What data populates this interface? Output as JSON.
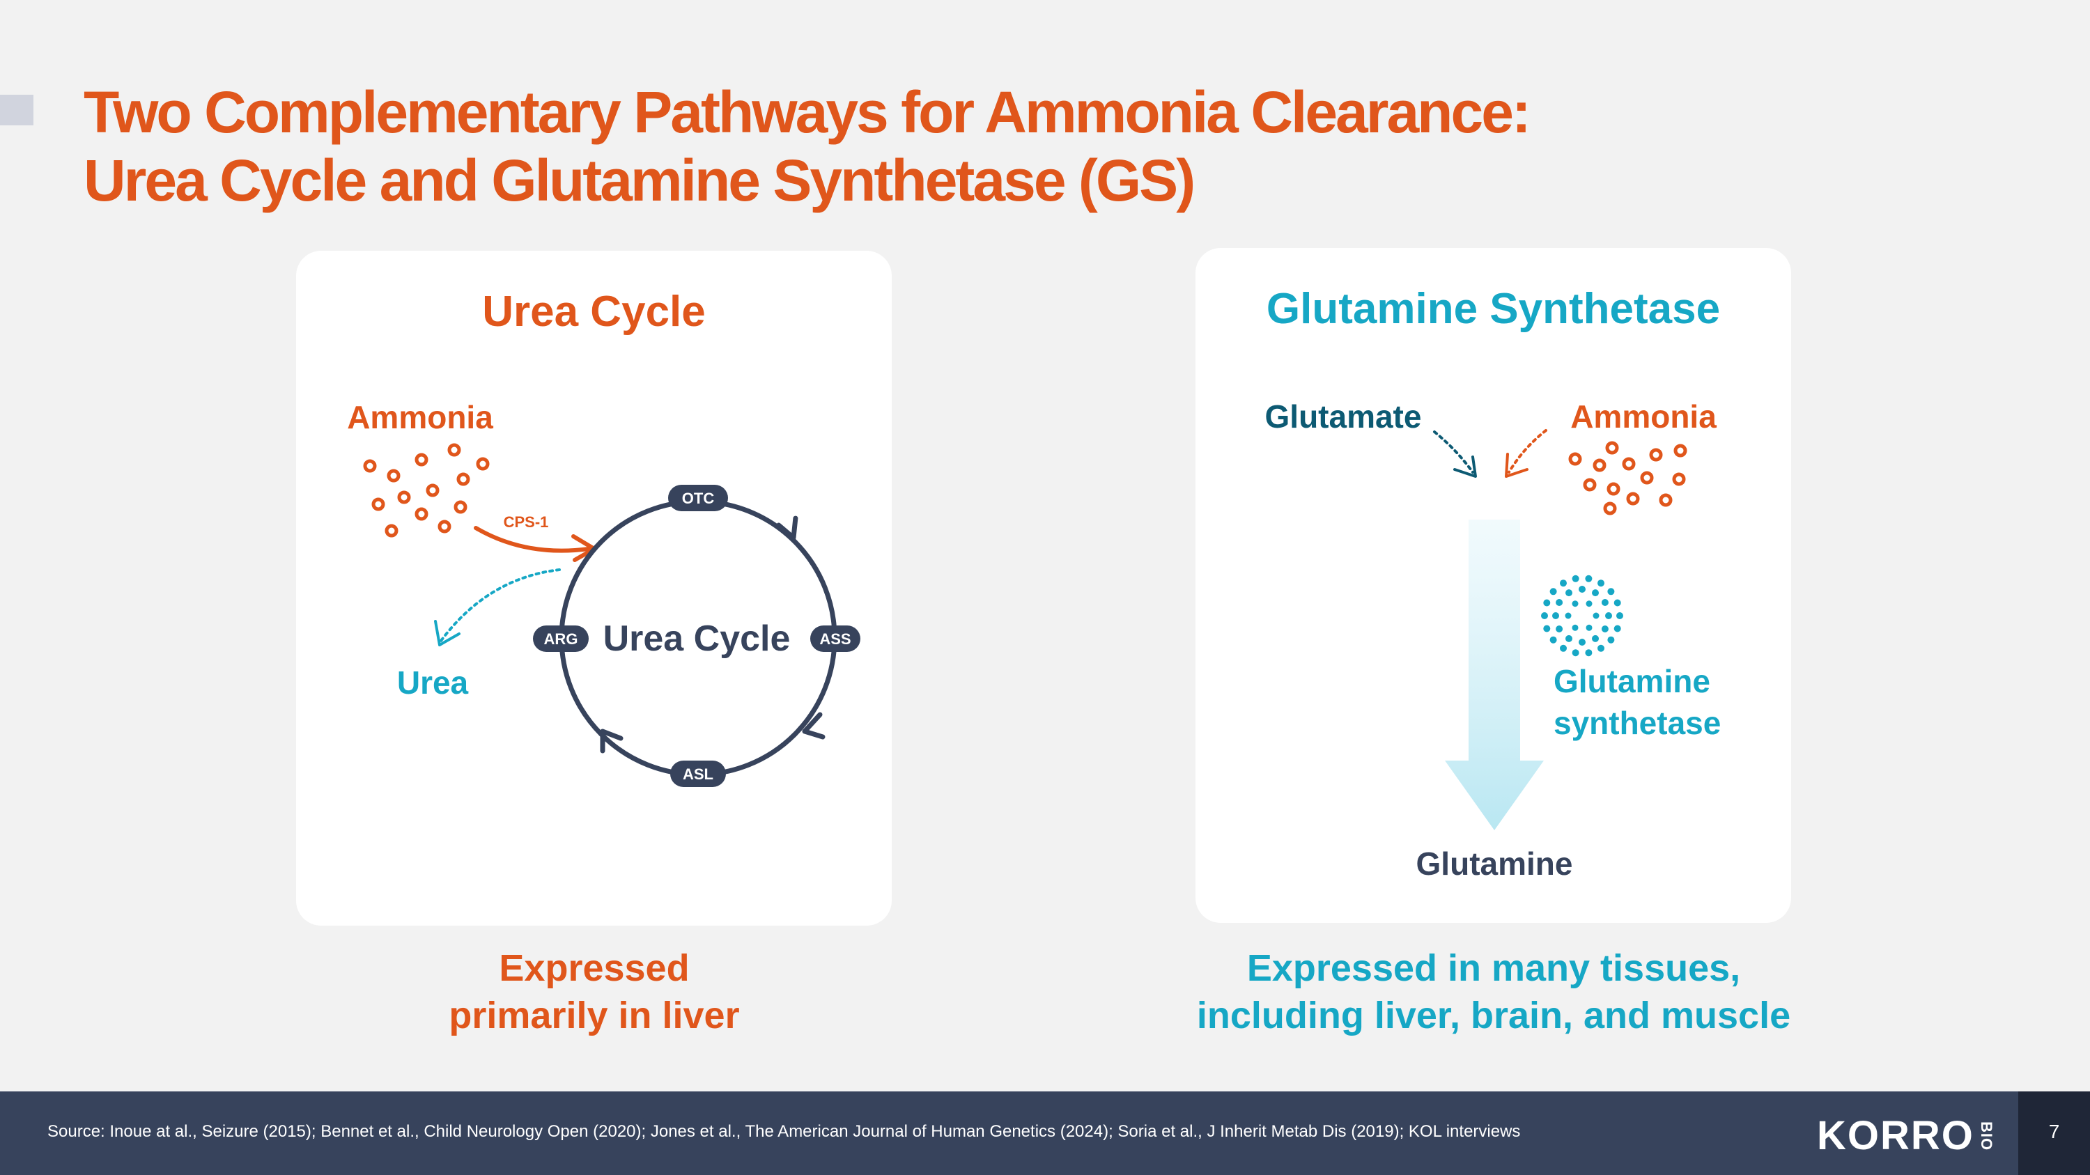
{
  "title": {
    "line1": "Two Complementary Pathways for Ammonia Clearance:",
    "line2": "Urea Cycle and Glutamine Synthetase (GS)"
  },
  "urea_panel": {
    "title": "Urea Cycle",
    "ammonia_label": "Ammonia",
    "urea_label": "Urea",
    "enzyme_label": "CPS-1",
    "cycle_label": "Urea Cycle",
    "nodes": [
      "OTC",
      "ASS",
      "ASL",
      "ARG"
    ],
    "caption_line1": "Expressed",
    "caption_line2": "primarily in liver"
  },
  "gs_panel": {
    "title": "Glutamine Synthetase",
    "glutamate_label": "Glutamate",
    "ammonia_label": "Ammonia",
    "enzyme_line1": "Glutamine",
    "enzyme_line2": "synthetase",
    "product_label": "Glutamine",
    "caption_line1": "Expressed in many tissues,",
    "caption_line2": "including liver, brain, and muscle"
  },
  "footer": {
    "source": "Source: Inoue at al., Seizure (2015); Bennet et  al., Child Neurology Open (2020); Jones et al., The American Journal of Human Genetics (2024); Soria et al., J Inherit Metab Dis (2019); KOL interviews",
    "logo": "KORRO",
    "logo_suffix": "BIO",
    "page_number": "7"
  },
  "colors": {
    "orange": "#e0561b",
    "teal": "#16a7c5",
    "dark_teal": "#0d5a73",
    "navy": "#37435c",
    "background": "#f2f2f2"
  }
}
